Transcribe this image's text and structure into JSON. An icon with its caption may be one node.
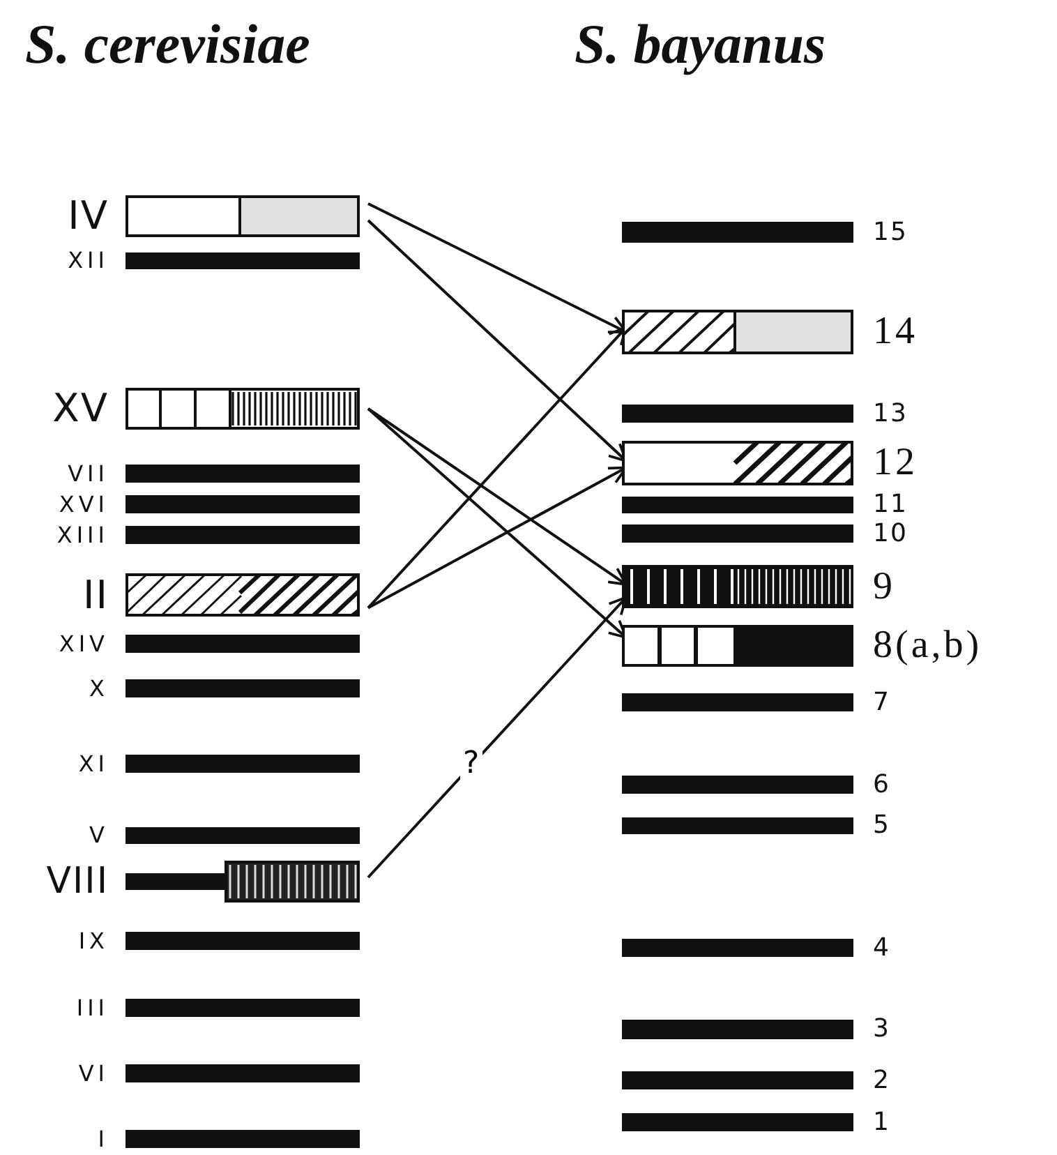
{
  "diagram": {
    "nodes": [
      {
        "text": [
          "IV"
        ]
      },
      {
        "text": [
          "XII"
        ]
      },
      {
        "text": [
          "XV"
        ]
      },
      {
        "text": [
          "VII"
        ]
      },
      {
        "text": [
          "XVI"
        ]
      },
      {
        "text": [
          "XIII"
        ]
      },
      {
        "text": [
          "II"
        ]
      },
      {
        "text": [
          "XIV"
        ]
      },
      {
        "text": [
          "X"
        ]
      },
      {
        "text": [
          "XI"
        ]
      },
      {
        "text": [
          "V"
        ]
      },
      {
        "text": [
          "VIII"
        ]
      },
      {
        "text": [
          "IX"
        ]
      },
      {
        "text": [
          "III"
        ]
      },
      {
        "text": [
          "VI"
        ]
      },
      {
        "text": [
          "I"
        ]
      },
      {
        "text": [
          "15"
        ]
      },
      {
        "text": [
          "14"
        ]
      },
      {
        "text": [
          "13"
        ]
      },
      {
        "text": [
          "12"
        ]
      },
      {
        "text": [
          "11"
        ]
      },
      {
        "text": [
          "10"
        ]
      },
      {
        "text": [
          "9"
        ]
      },
      {
        "text": [
          "8(a,b)"
        ]
      },
      {
        "text": [
          "7"
        ]
      },
      {
        "text": [
          "6"
        ]
      },
      {
        "text": [
          "5"
        ]
      },
      {
        "text": [
          "4"
        ]
      },
      {
        "text": [
          "3"
        ]
      },
      {
        "text": [
          "2"
        ]
      },
      {
        "text": [
          "1"
        ]
      }
    ],
    "edges": [
      {
        "from": 0,
        "to": 17,
        "arrow": "to"
      },
      {
        "from": 0,
        "to": 19,
        "arrow": "to"
      },
      {
        "from": 2,
        "to": 22,
        "arrow": "to"
      },
      {
        "from": 2,
        "to": 23,
        "arrow": "to"
      },
      {
        "from": 6,
        "to": 17,
        "arrow": "to"
      },
      {
        "from": 6,
        "to": 19,
        "arrow": "to"
      },
      {
        "from": 11,
        "to": 22,
        "arrow": "to",
        "label": "?"
      }
    ],
    "labels": [
      "S. cerevisiae",
      "S. bayanus"
    ]
  }
}
